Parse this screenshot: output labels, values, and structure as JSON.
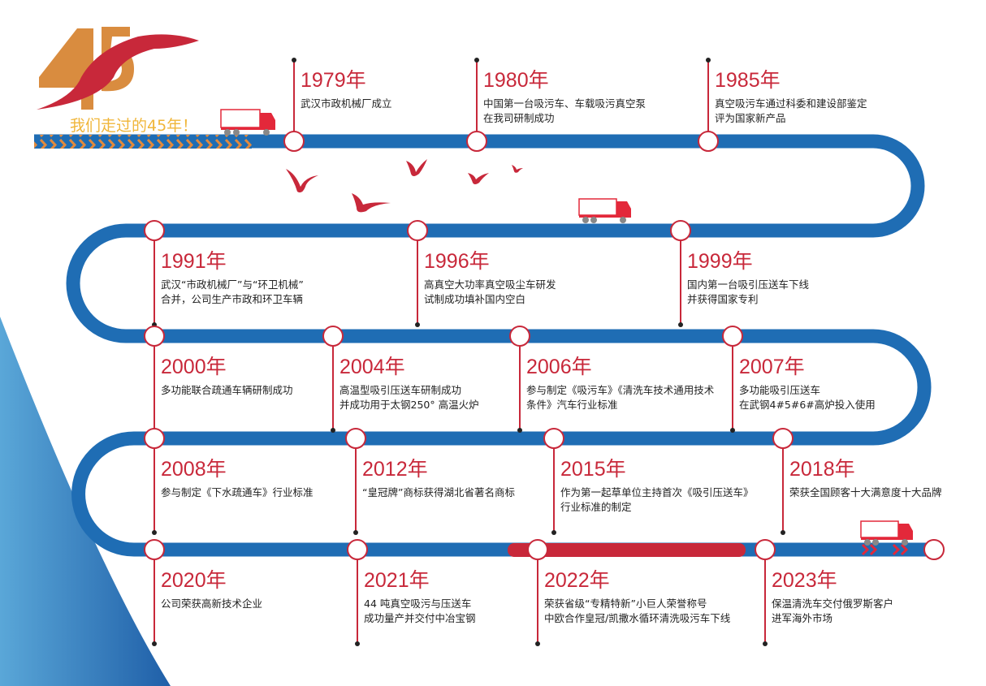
{
  "header": {
    "logo_number": "45",
    "slogan": "我们走过的45年！"
  },
  "colors": {
    "track": "#1f6db4",
    "accent": "#c8283a",
    "gold": "#d98c3f"
  },
  "events": [
    {
      "year": "1979年",
      "lines": [
        "武汉市政机械厂成立"
      ]
    },
    {
      "year": "1980年",
      "lines": [
        "中国第一台吸污车、车载吸污真空泵",
        "在我司研制成功"
      ]
    },
    {
      "year": "1985年",
      "lines": [
        "真空吸污车通过科委和建设部鉴定",
        "评为国家新产品"
      ]
    },
    {
      "year": "1991年",
      "lines": [
        "武汉“市政机械厂”与“环卫机械”",
        "合并，公司生产市政和环卫车辆"
      ]
    },
    {
      "year": "1996年",
      "lines": [
        "高真空大功率真空吸尘车研发",
        "试制成功填补国内空白"
      ]
    },
    {
      "year": "1999年",
      "lines": [
        "国内第一台吸引压送车下线",
        "并获得国家专利"
      ]
    },
    {
      "year": "2000年",
      "lines": [
        "多功能联合疏通车辆研制成功"
      ]
    },
    {
      "year": "2004年",
      "lines": [
        "高温型吸引压送车研制成功",
        "并成功用于太钢250°  高温火炉"
      ]
    },
    {
      "year": "2006年",
      "lines": [
        "参与制定《吸污车》《清洗车技术通用技术",
        "条件》汽车行业标准"
      ]
    },
    {
      "year": "2007年",
      "lines": [
        "多功能吸引压送车",
        "在武钢4#5#6#高炉投入使用"
      ]
    },
    {
      "year": "2008年",
      "lines": [
        "参与制定《下水疏通车》行业标准"
      ]
    },
    {
      "year": "2012年",
      "lines": [
        "“皇冠牌”商标获得湖北省著名商标"
      ]
    },
    {
      "year": "2015年",
      "lines": [
        "作为第一起草单位主持首次《吸引压送车》",
        "行业标准的制定"
      ]
    },
    {
      "year": "2018年",
      "lines": [
        "荣获全国顾客十大满意度十大品牌"
      ]
    },
    {
      "year": "2020年",
      "lines": [
        "公司荣获高新技术企业"
      ]
    },
    {
      "year": "2021年",
      "lines": [
        "44  吨真空吸污与压送车",
        "成功量产并交付中冶宝钢"
      ]
    },
    {
      "year": "2022年",
      "lines": [
        "荣获省级“专精特新”小巨人荣誉称号",
        "中欧合作皇冠/凯撒水循环清洗吸污车下线"
      ]
    },
    {
      "year": "2023年",
      "lines": [
        "保温清洗车交付俄罗斯客户",
        "进军海外市场"
      ]
    }
  ]
}
